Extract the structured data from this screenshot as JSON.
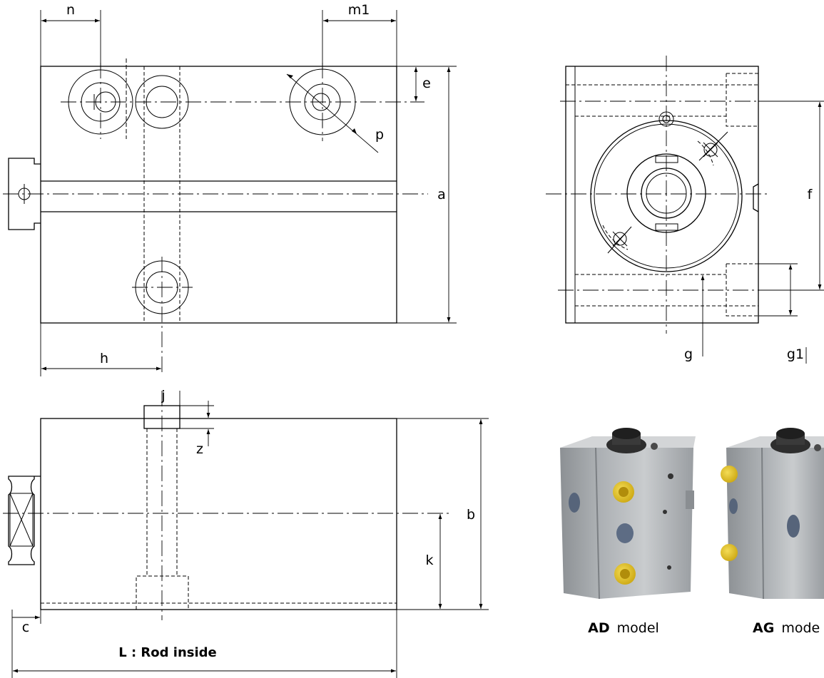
{
  "dimensions": {
    "n": "n",
    "m1": "m1",
    "e": "e",
    "p": "p",
    "a": "a",
    "h": "h",
    "f": "f",
    "g": "g",
    "g1": "g1",
    "j": "j",
    "z": "z",
    "b": "b",
    "k": "k",
    "c": "c",
    "rod": "L : Rod inside"
  },
  "models": [
    {
      "code": "AD",
      "word": "model"
    },
    {
      "code": "AG",
      "word": "mode"
    }
  ],
  "colors": {
    "aluminium": "#b9bcbf",
    "aluminium_dark": "#8c9094",
    "fitting_yellow": "#e2c21a",
    "fitting_dark": "#2e2e2e"
  }
}
